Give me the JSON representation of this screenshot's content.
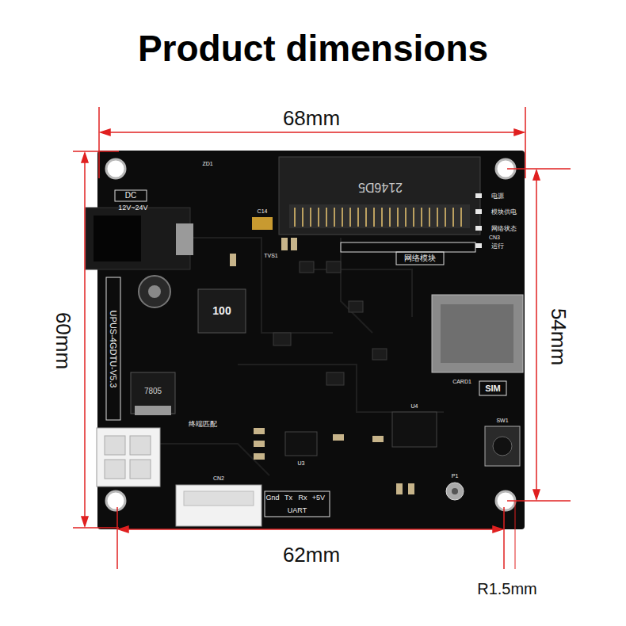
{
  "diagram": {
    "title": "Product dimensions",
    "labels": [
      "68mm",
      "60mm",
      "54mm",
      "62mm",
      "R1.5mm",
      "DC",
      "12V~24V",
      "UPUS-4GDTU-V5.3",
      "100",
      "2146D5",
      "网络模块",
      "SIM",
      "CARD1",
      "Gnd",
      "Tx",
      "Rx",
      "+5V",
      "UART",
      "CN2",
      "CN3",
      "电源",
      "模块供电",
      "网络状态",
      "运行",
      "7805",
      "终端匹配",
      "ZD1",
      "SW1",
      "P1",
      "U3",
      "U4",
      "C14",
      "TVS1"
    ]
  }
}
